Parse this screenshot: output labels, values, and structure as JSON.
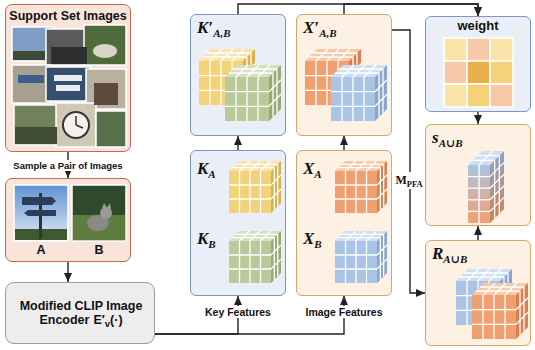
{
  "diagram": {
    "nodes": [
      {
        "text": [
          "Support Set Images"
        ]
      },
      {
        "text": [
          "A",
          "B"
        ]
      },
      {
        "text": [
          "Modified CLIP Image Encoder",
          "E′",
          "v",
          "(·)"
        ]
      },
      {
        "text": [
          "K′",
          "A,B"
        ]
      },
      {
        "text": [
          "X′",
          "A,B"
        ]
      },
      {
        "text": [
          "weight"
        ]
      },
      {
        "text": [
          "K",
          "A",
          "K",
          "B"
        ]
      },
      {
        "text": [
          "X",
          "A",
          "X",
          "B"
        ]
      },
      {
        "text": [
          "s",
          "A∪B"
        ]
      },
      {
        "text": [
          "R",
          "A∪B"
        ]
      }
    ],
    "edges": [
      {
        "from": 0,
        "to": 1,
        "arrow": "to",
        "label": "Sample a Pair of Images"
      },
      {
        "from": 1,
        "to": 2,
        "arrow": "to"
      },
      {
        "from": 2,
        "to": 6,
        "arrow": "to",
        "label": "Key Features"
      },
      {
        "from": 2,
        "to": 7,
        "arrow": "to",
        "label": "Image Features"
      },
      {
        "from": 6,
        "to": 3,
        "arrow": "to"
      },
      {
        "from": 7,
        "to": 4,
        "arrow": "to"
      },
      {
        "from": 3,
        "to": 5,
        "arrow": "to"
      },
      {
        "from": 4,
        "to": 5,
        "arrow": "to"
      },
      {
        "from": 4,
        "to": 9,
        "arrow": "to"
      },
      {
        "from": 5,
        "to": 8,
        "arrow": "to"
      },
      {
        "from": 9,
        "to": 8,
        "arrow": "to"
      }
    ],
    "labels": [
      "M",
      "PFA"
    ]
  }
}
